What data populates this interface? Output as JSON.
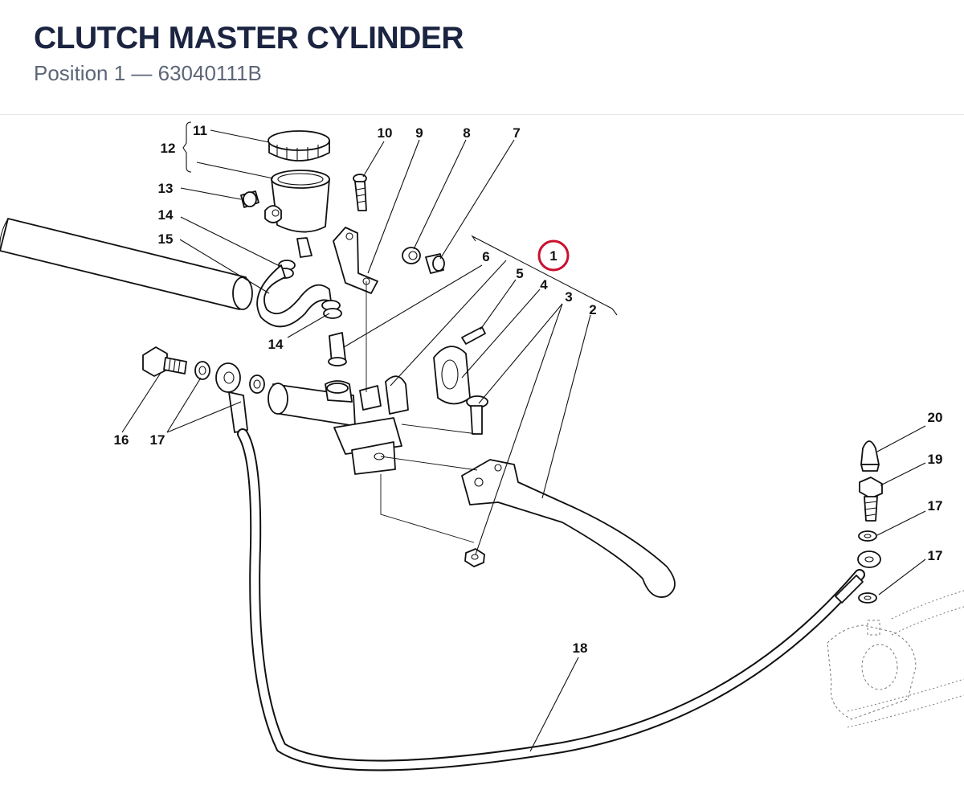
{
  "header": {
    "title": "CLUTCH MASTER CYLINDER",
    "subtitle": "Position 1 — 63040111B"
  },
  "diagram": {
    "selected_callout": "1",
    "callouts": {
      "c1": "1",
      "c2": "2",
      "c3": "3",
      "c4": "4",
      "c5": "5",
      "c6": "6",
      "c7": "7",
      "c8": "8",
      "c9": "9",
      "c10": "10",
      "c11": "11",
      "c12": "12",
      "c13": "13",
      "c14a": "14",
      "c14b": "14",
      "c15": "15",
      "c16": "16",
      "c17a": "17",
      "c17b": "17",
      "c17c": "17",
      "c18": "18",
      "c19": "19",
      "c20": "20"
    }
  }
}
